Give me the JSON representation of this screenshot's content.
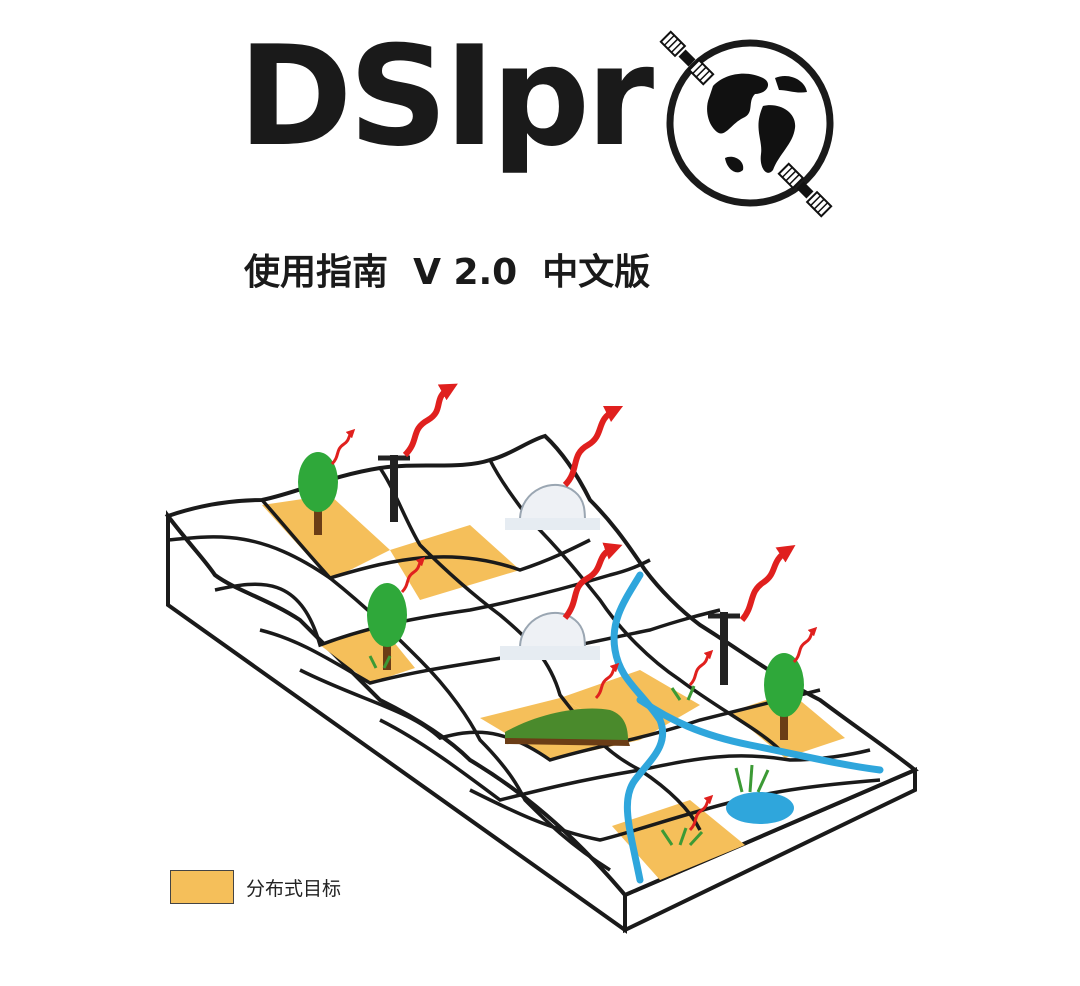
{
  "logo": {
    "text": "DSIpr"
  },
  "subtitle": "使用指南  V 2.0  中文版",
  "legend": {
    "label": "分布式目标",
    "swatch_color": "#f5bf5a"
  },
  "colors": {
    "target": "#f5bf5a",
    "river": "#2fa6dc",
    "arrow": "#e0201e",
    "tree": "#2fa83a",
    "line": "#1a1a1a"
  }
}
